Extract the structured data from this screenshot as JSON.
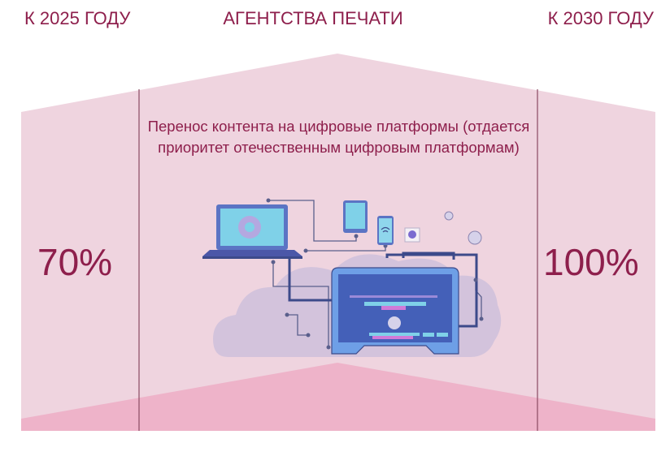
{
  "header": {
    "left": "К 2025 ГОДУ",
    "center": "АГЕНТСТВА ПЕЧАТИ",
    "right": "К 2030 ГОДУ"
  },
  "main": {
    "caption": "Перенос контента на цифровые платформы (отдается приоритет отечественным цифровым платформам)",
    "left_value": "70%",
    "right_value": "100%",
    "illustration": "laptop-tablet-phone-3d-printer-network-illustration"
  },
  "colors": {
    "text": "#8e1f4c",
    "panel": "#efd3df",
    "floor": "#eeb3c9",
    "divider": "#8a4a62"
  }
}
